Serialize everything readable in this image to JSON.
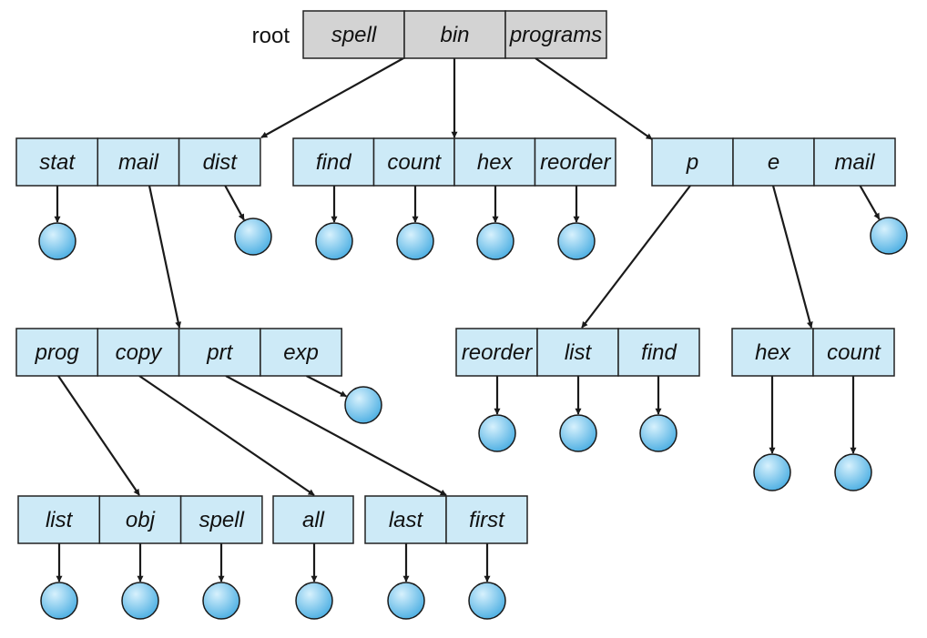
{
  "diagram": {
    "root_label": "root",
    "colors": {
      "root_fill": "#d3d3d3",
      "dir_fill": "#cdeaf7",
      "file_fill_light": "#d7f1fd",
      "file_fill_dark": "#4fb0e3",
      "stroke": "#1a1a1a"
    },
    "directories": [
      {
        "id": "root",
        "is_root": true,
        "entries": [
          "spell",
          "bin",
          "programs"
        ]
      },
      {
        "id": "spell",
        "entries": [
          "stat",
          "mail",
          "dist"
        ]
      },
      {
        "id": "bin",
        "entries": [
          "find",
          "count",
          "hex",
          "reorder"
        ]
      },
      {
        "id": "programs",
        "entries": [
          "p",
          "e",
          "mail"
        ]
      },
      {
        "id": "mail",
        "entries": [
          "prog",
          "copy",
          "prt",
          "exp"
        ]
      },
      {
        "id": "p",
        "entries": [
          "reorder",
          "list",
          "find"
        ]
      },
      {
        "id": "e",
        "entries": [
          "hex",
          "count"
        ]
      },
      {
        "id": "prog",
        "entries": [
          "list",
          "obj",
          "spell"
        ]
      },
      {
        "id": "copy",
        "entries": [
          "all"
        ]
      },
      {
        "id": "prt",
        "entries": [
          "last",
          "first"
        ]
      }
    ],
    "links": [
      {
        "from": "root.spell",
        "to": "dir:spell"
      },
      {
        "from": "root.bin",
        "to": "dir:bin"
      },
      {
        "from": "root.programs",
        "to": "dir:programs"
      },
      {
        "from": "spell.stat",
        "to": "file"
      },
      {
        "from": "spell.mail",
        "to": "dir:mail"
      },
      {
        "from": "spell.dist",
        "to": "file"
      },
      {
        "from": "bin.find",
        "to": "file"
      },
      {
        "from": "bin.count",
        "to": "file"
      },
      {
        "from": "bin.hex",
        "to": "file"
      },
      {
        "from": "bin.reorder",
        "to": "file"
      },
      {
        "from": "programs.p",
        "to": "dir:p"
      },
      {
        "from": "programs.e",
        "to": "dir:e"
      },
      {
        "from": "programs.mail",
        "to": "file"
      },
      {
        "from": "mail.prog",
        "to": "dir:prog"
      },
      {
        "from": "mail.copy",
        "to": "dir:copy"
      },
      {
        "from": "mail.prt",
        "to": "dir:prt"
      },
      {
        "from": "mail.exp",
        "to": "file"
      },
      {
        "from": "p.reorder",
        "to": "file"
      },
      {
        "from": "p.list",
        "to": "file"
      },
      {
        "from": "p.find",
        "to": "file"
      },
      {
        "from": "e.hex",
        "to": "file"
      },
      {
        "from": "e.count",
        "to": "file"
      },
      {
        "from": "prog.list",
        "to": "file"
      },
      {
        "from": "prog.obj",
        "to": "file"
      },
      {
        "from": "prog.spell",
        "to": "file"
      },
      {
        "from": "copy.all",
        "to": "file"
      },
      {
        "from": "prt.last",
        "to": "file"
      },
      {
        "from": "prt.first",
        "to": "file"
      }
    ]
  }
}
